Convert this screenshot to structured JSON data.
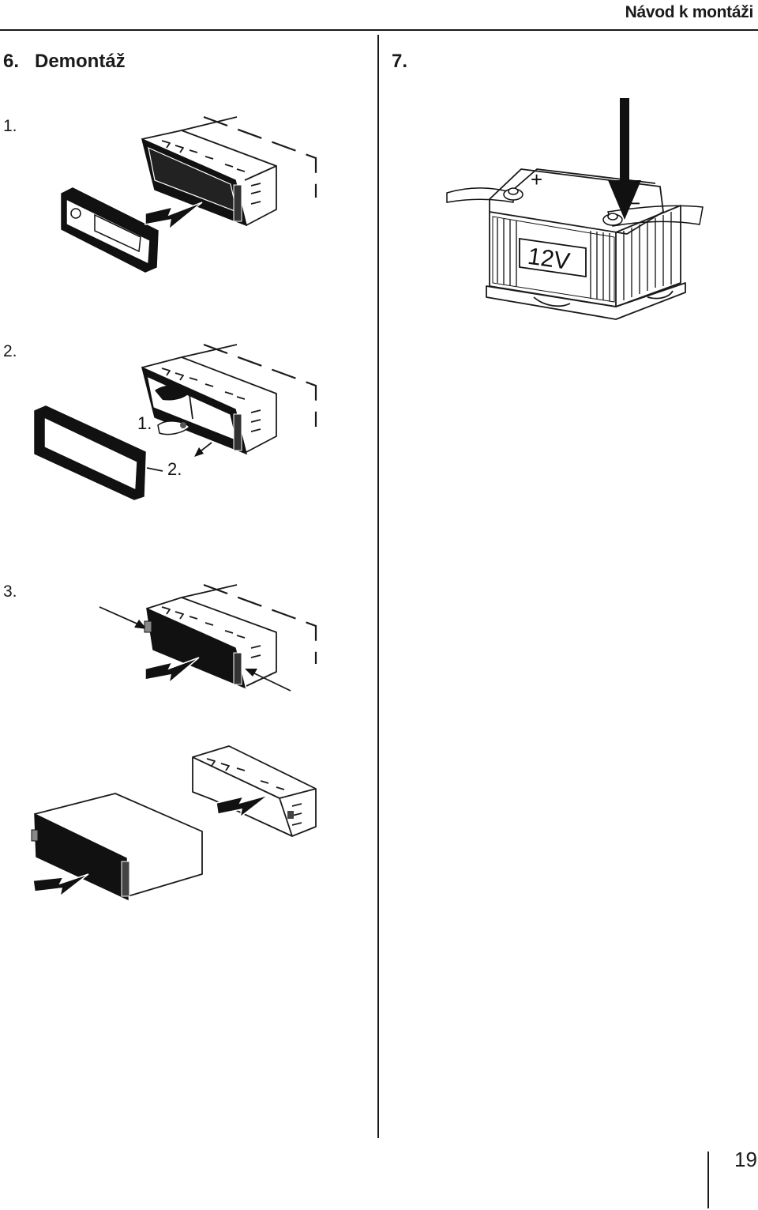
{
  "header": {
    "title": "Návod k montáži"
  },
  "left_section": {
    "number": "6.",
    "title": "Demontáž"
  },
  "right_section": {
    "number": "7."
  },
  "steps": [
    {
      "label": "1."
    },
    {
      "label": "2.",
      "callouts": [
        "1.",
        "2."
      ]
    },
    {
      "label": "3."
    }
  ],
  "battery": {
    "voltage": "12V",
    "plus_sign": "+",
    "minus_sign": "−"
  },
  "icons": [
    "radio-unit-illustration",
    "battery-illustration",
    "arrow-icon",
    "hand-icon"
  ],
  "page": {
    "number": "19"
  }
}
